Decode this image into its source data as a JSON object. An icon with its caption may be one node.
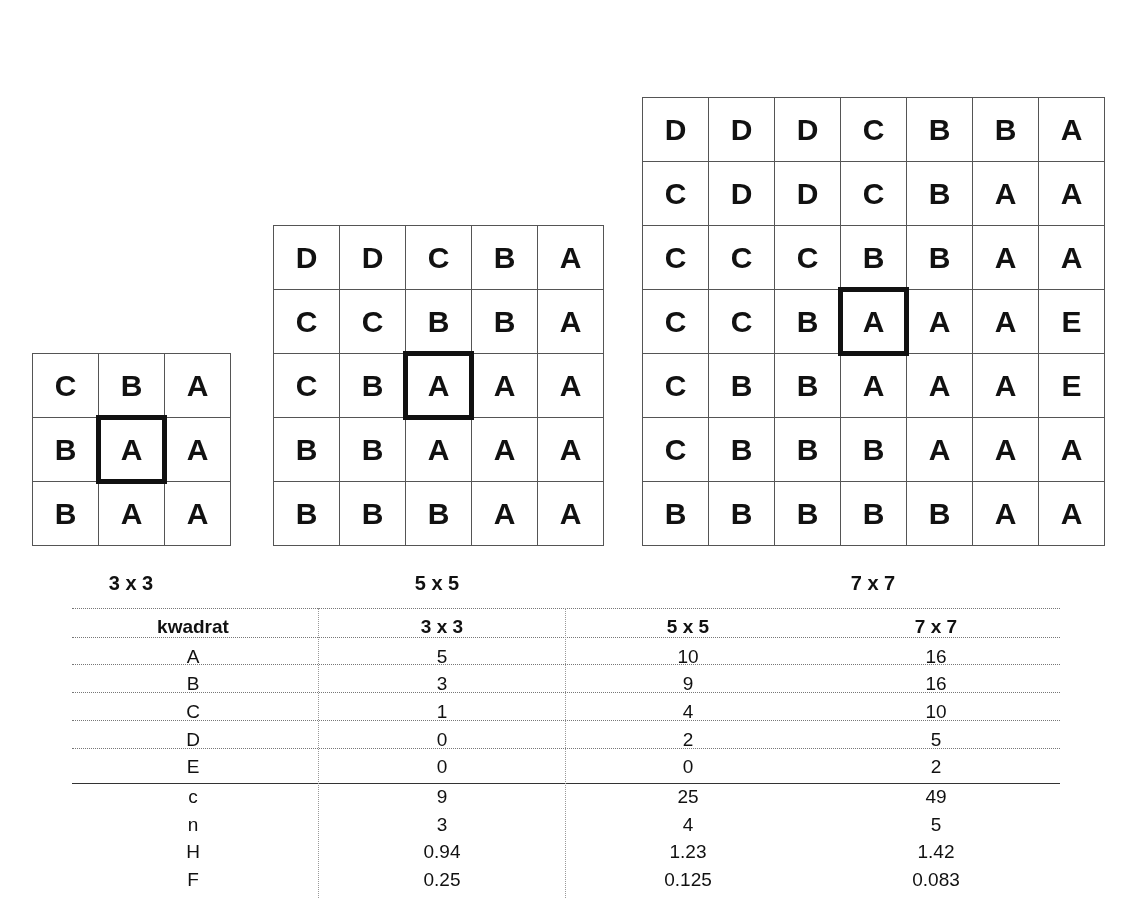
{
  "diagram": {
    "labels": [
      "C",
      "B",
      "A",
      "B",
      "A",
      "A",
      "B",
      "A",
      "A",
      "D",
      "D",
      "C",
      "B",
      "A",
      "C",
      "C",
      "B",
      "B",
      "A",
      "C",
      "B",
      "A",
      "A",
      "A",
      "B",
      "B",
      "A",
      "A",
      "A",
      "B",
      "B",
      "B",
      "A",
      "A",
      "D",
      "D",
      "D",
      "C",
      "B",
      "B",
      "A",
      "C",
      "D",
      "D",
      "C",
      "B",
      "A",
      "A",
      "C",
      "C",
      "C",
      "B",
      "B",
      "A",
      "A",
      "C",
      "C",
      "B",
      "A",
      "A",
      "A",
      "E",
      "C",
      "B",
      "B",
      "A",
      "A",
      "A",
      "E",
      "C",
      "B",
      "B",
      "B",
      "A",
      "A",
      "A",
      "B",
      "B",
      "B",
      "B",
      "B",
      "A",
      "A",
      "3 x 3",
      "5 x 5",
      "7 x 7",
      "kwadrat",
      "3 x 3",
      "5 x 5",
      "7 x 7",
      "A",
      "5",
      "10",
      "16",
      "B",
      "3",
      "9",
      "16",
      "C",
      "1",
      "4",
      "10",
      "D",
      "0",
      "2",
      "5",
      "E",
      "0",
      "0",
      "2",
      "c",
      "9",
      "25",
      "49",
      "n",
      "3",
      "4",
      "5",
      "H",
      "0.94",
      "1.23",
      "1.42",
      "F",
      "0.25",
      "0.125",
      "0.083"
    ]
  }
}
